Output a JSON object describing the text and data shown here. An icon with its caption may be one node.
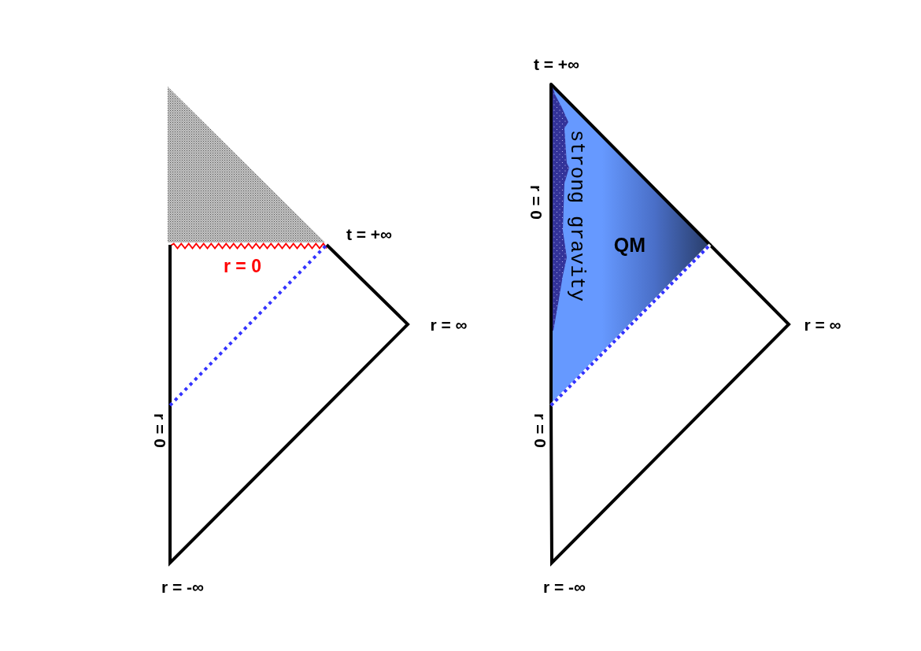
{
  "diagram": {
    "nodes": [
      {
        "text": [],
        "shape": "triangle"
      },
      {
        "text": [
          "QM"
        ]
      },
      {
        "text": [],
        "shape": "band",
        "beside": [
          "strong gravity"
        ],
        "in": 1
      }
    ],
    "labels": [
      "t = +∞",
      "r = 0",
      "r = ∞",
      "r = 0",
      "r = -∞",
      "t = +∞",
      "r = 0",
      "r = ∞",
      "r = 0",
      "r = -∞"
    ]
  }
}
